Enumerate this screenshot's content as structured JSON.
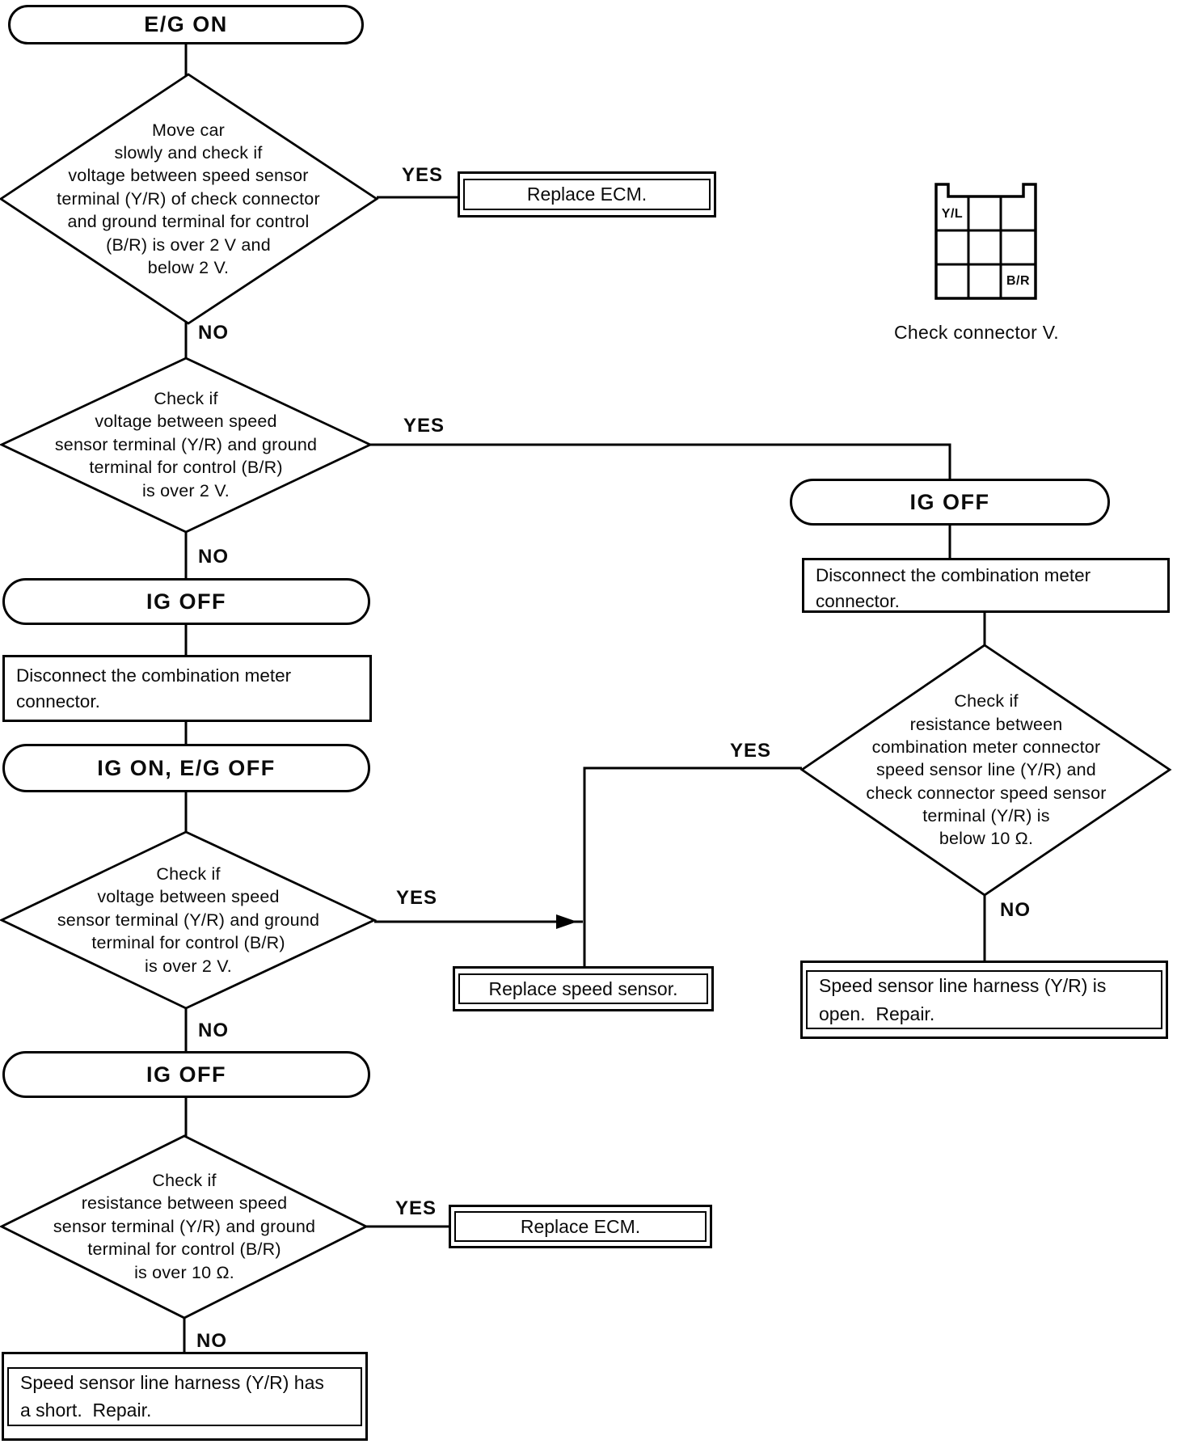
{
  "page": {
    "background": "#ffffff",
    "ink": "#000000"
  },
  "nodes": {
    "start": {
      "label": "E/G ON"
    },
    "d1": {
      "text": "Move car\nslowly and check if\nvoltage between speed sensor\nterminal (Y/R) of check connector\nand ground terminal for control\n(B/R) is over 2 V and\nbelow 2 V."
    },
    "replace_ecm_top": {
      "label": "Replace ECM."
    },
    "d2": {
      "text": "Check if\nvoltage between speed\nsensor terminal (Y/R) and ground\nterminal for control (B/R)\nis over 2 V."
    },
    "ig_off_left_1": {
      "label": "IG OFF"
    },
    "disconnect_left": {
      "text": "Disconnect the combination meter\nconnector."
    },
    "ig_on_eg_off": {
      "label": "IG ON, E/G OFF"
    },
    "d3": {
      "text": "Check if\nvoltage between speed\nsensor terminal (Y/R) and ground\nterminal for control (B/R)\nis over 2 V."
    },
    "replace_speed_sensor": {
      "label": "Replace speed sensor."
    },
    "ig_off_left_2": {
      "label": "IG OFF"
    },
    "d4": {
      "text": "Check if\nresistance between speed\nsensor terminal (Y/R) and ground\nterminal for control (B/R)\nis over 10 Ω."
    },
    "replace_ecm_bottom": {
      "label": "Replace ECM."
    },
    "harness_short": {
      "text": "Speed sensor line harness (Y/R) has\na short.  Repair."
    },
    "ig_off_right": {
      "label": "IG OFF"
    },
    "disconnect_right": {
      "text": "Disconnect the combination meter\nconnector."
    },
    "d5": {
      "text": "Check if\nresistance between\ncombination meter connector\nspeed sensor line (Y/R) and\ncheck connector speed sensor\nterminal (Y/R) is\nbelow 10 Ω."
    },
    "harness_open": {
      "text": "Speed sensor line harness (Y/R) is\nopen.  Repair."
    }
  },
  "edges": {
    "d1_yes": "YES",
    "d1_no": "NO",
    "d2_yes": "YES",
    "d2_no": "NO",
    "d3_yes": "YES",
    "d3_no": "NO",
    "d4_yes": "YES",
    "d4_no": "NO",
    "d5_yes": "YES",
    "d5_no": "NO"
  },
  "connector": {
    "caption": "Check connector V.",
    "pin_top_left": "Y/L",
    "pin_bottom_right": "B/R"
  }
}
